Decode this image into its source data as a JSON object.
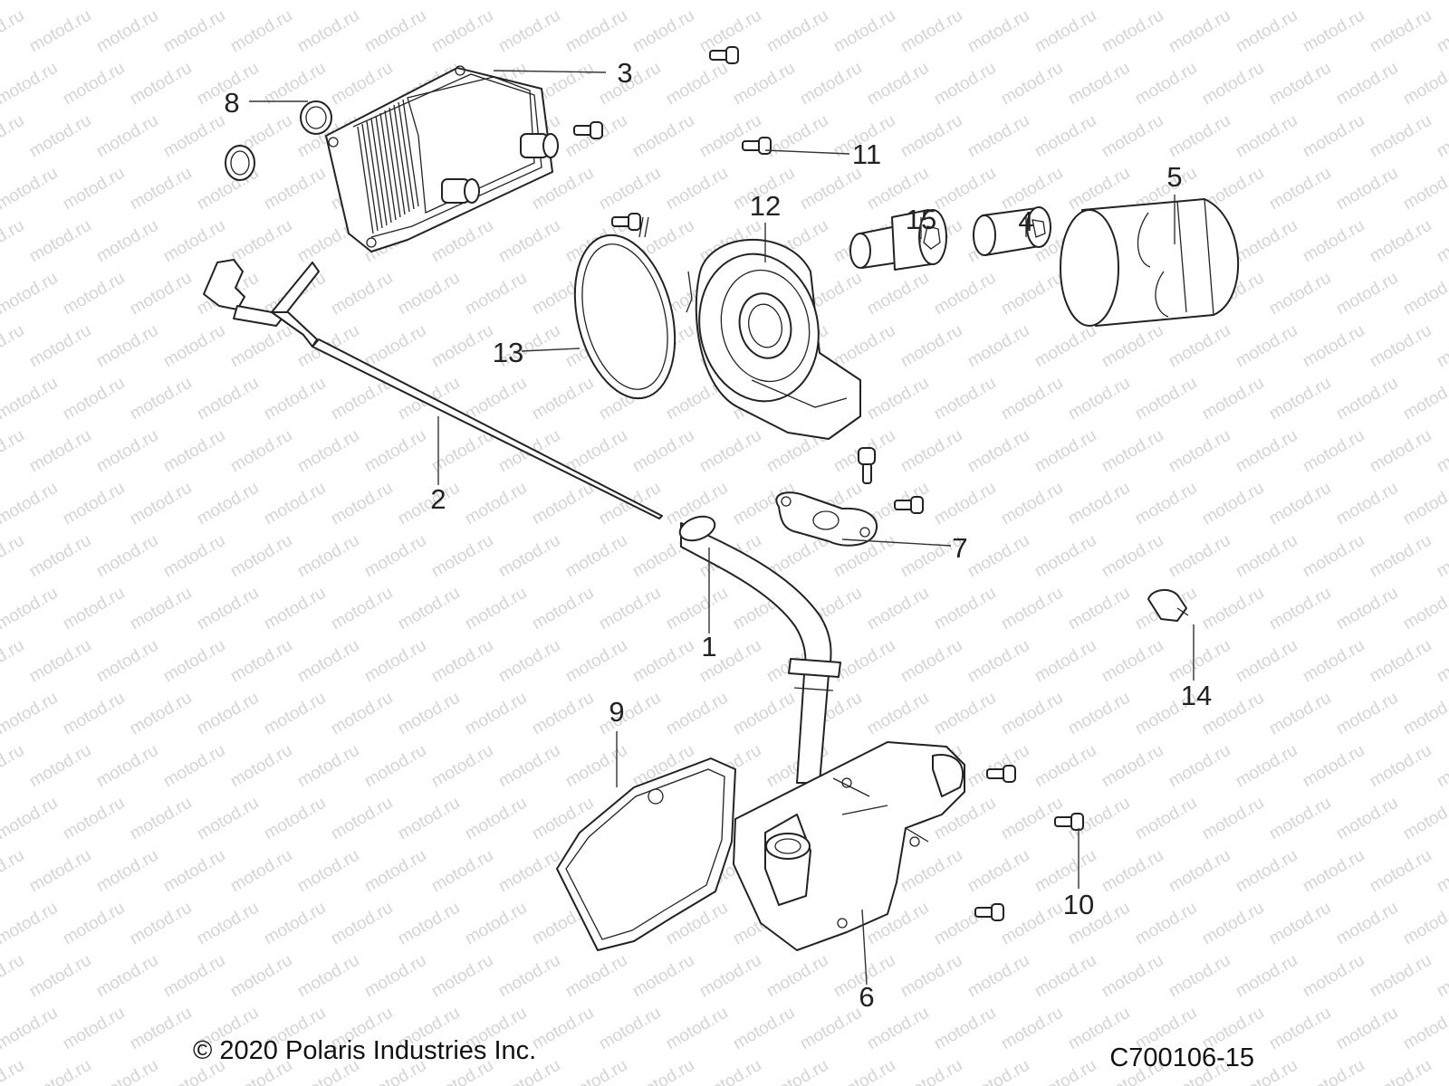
{
  "watermark": {
    "text": "motod.ru"
  },
  "callouts": [
    {
      "id": "1",
      "label": "1"
    },
    {
      "id": "2",
      "label": "2"
    },
    {
      "id": "3",
      "label": "3"
    },
    {
      "id": "4",
      "label": "4"
    },
    {
      "id": "5",
      "label": "5"
    },
    {
      "id": "6",
      "label": "6"
    },
    {
      "id": "7",
      "label": "7"
    },
    {
      "id": "8",
      "label": "8"
    },
    {
      "id": "9",
      "label": "9"
    },
    {
      "id": "10",
      "label": "10"
    },
    {
      "id": "11",
      "label": "11"
    },
    {
      "id": "12",
      "label": "12"
    },
    {
      "id": "13",
      "label": "13"
    },
    {
      "id": "14",
      "label": "14"
    },
    {
      "id": "15",
      "label": "15"
    }
  ],
  "footer": {
    "copyright": "© 2020 Polaris Industries Inc.",
    "figure_code": "C700106-15"
  }
}
